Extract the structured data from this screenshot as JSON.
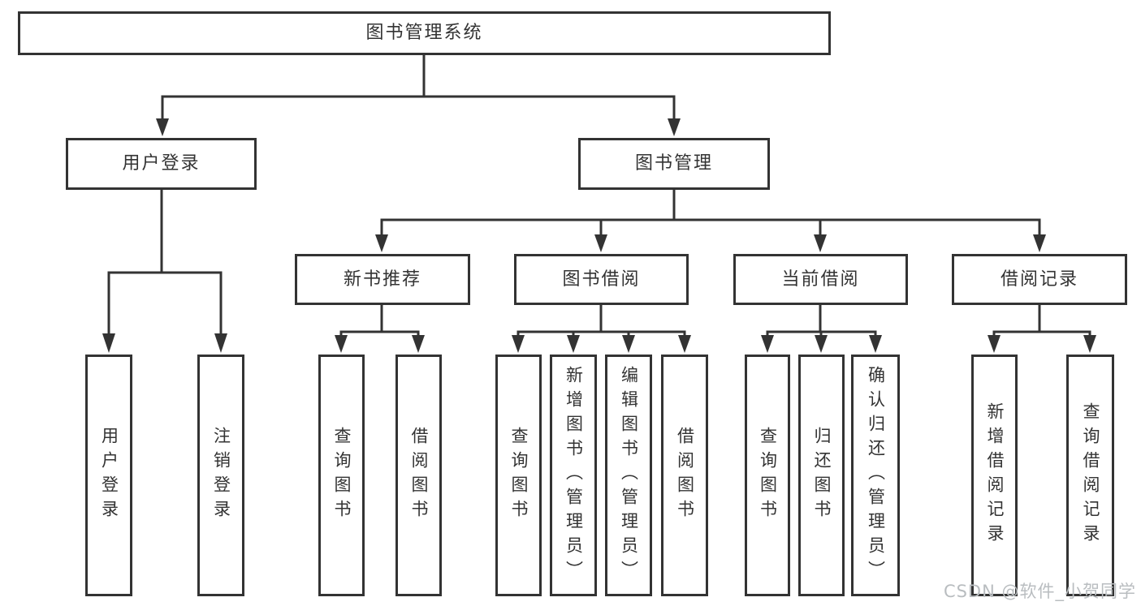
{
  "colors": {
    "line": "#333333",
    "text": "#333333",
    "background": "#ffffff",
    "watermark": "#b9bdc0"
  },
  "watermark": {
    "text": "CSDN @软件_小贺同学"
  },
  "tree": {
    "root": {
      "label": "图书管理系统"
    },
    "branches": [
      {
        "label": "用户登录",
        "children": [
          {
            "label": "用户登录"
          },
          {
            "label": "注销登录"
          }
        ]
      },
      {
        "label": "图书管理",
        "children": [
          {
            "label": "新书推荐",
            "children": [
              {
                "label": "查询图书"
              },
              {
                "label": "借阅图书"
              }
            ]
          },
          {
            "label": "图书借阅",
            "children": [
              {
                "label": "查询图书"
              },
              {
                "label": "新增图书（管理员）"
              },
              {
                "label": "编辑图书（管理员）"
              },
              {
                "label": "借阅图书"
              }
            ]
          },
          {
            "label": "当前借阅",
            "children": [
              {
                "label": "查询图书"
              },
              {
                "label": "归还图书"
              },
              {
                "label": "确认归还（管理员）"
              }
            ]
          },
          {
            "label": "借阅记录",
            "children": [
              {
                "label": "新增借阅记录"
              },
              {
                "label": "查询借阅记录"
              }
            ]
          }
        ]
      }
    ]
  }
}
